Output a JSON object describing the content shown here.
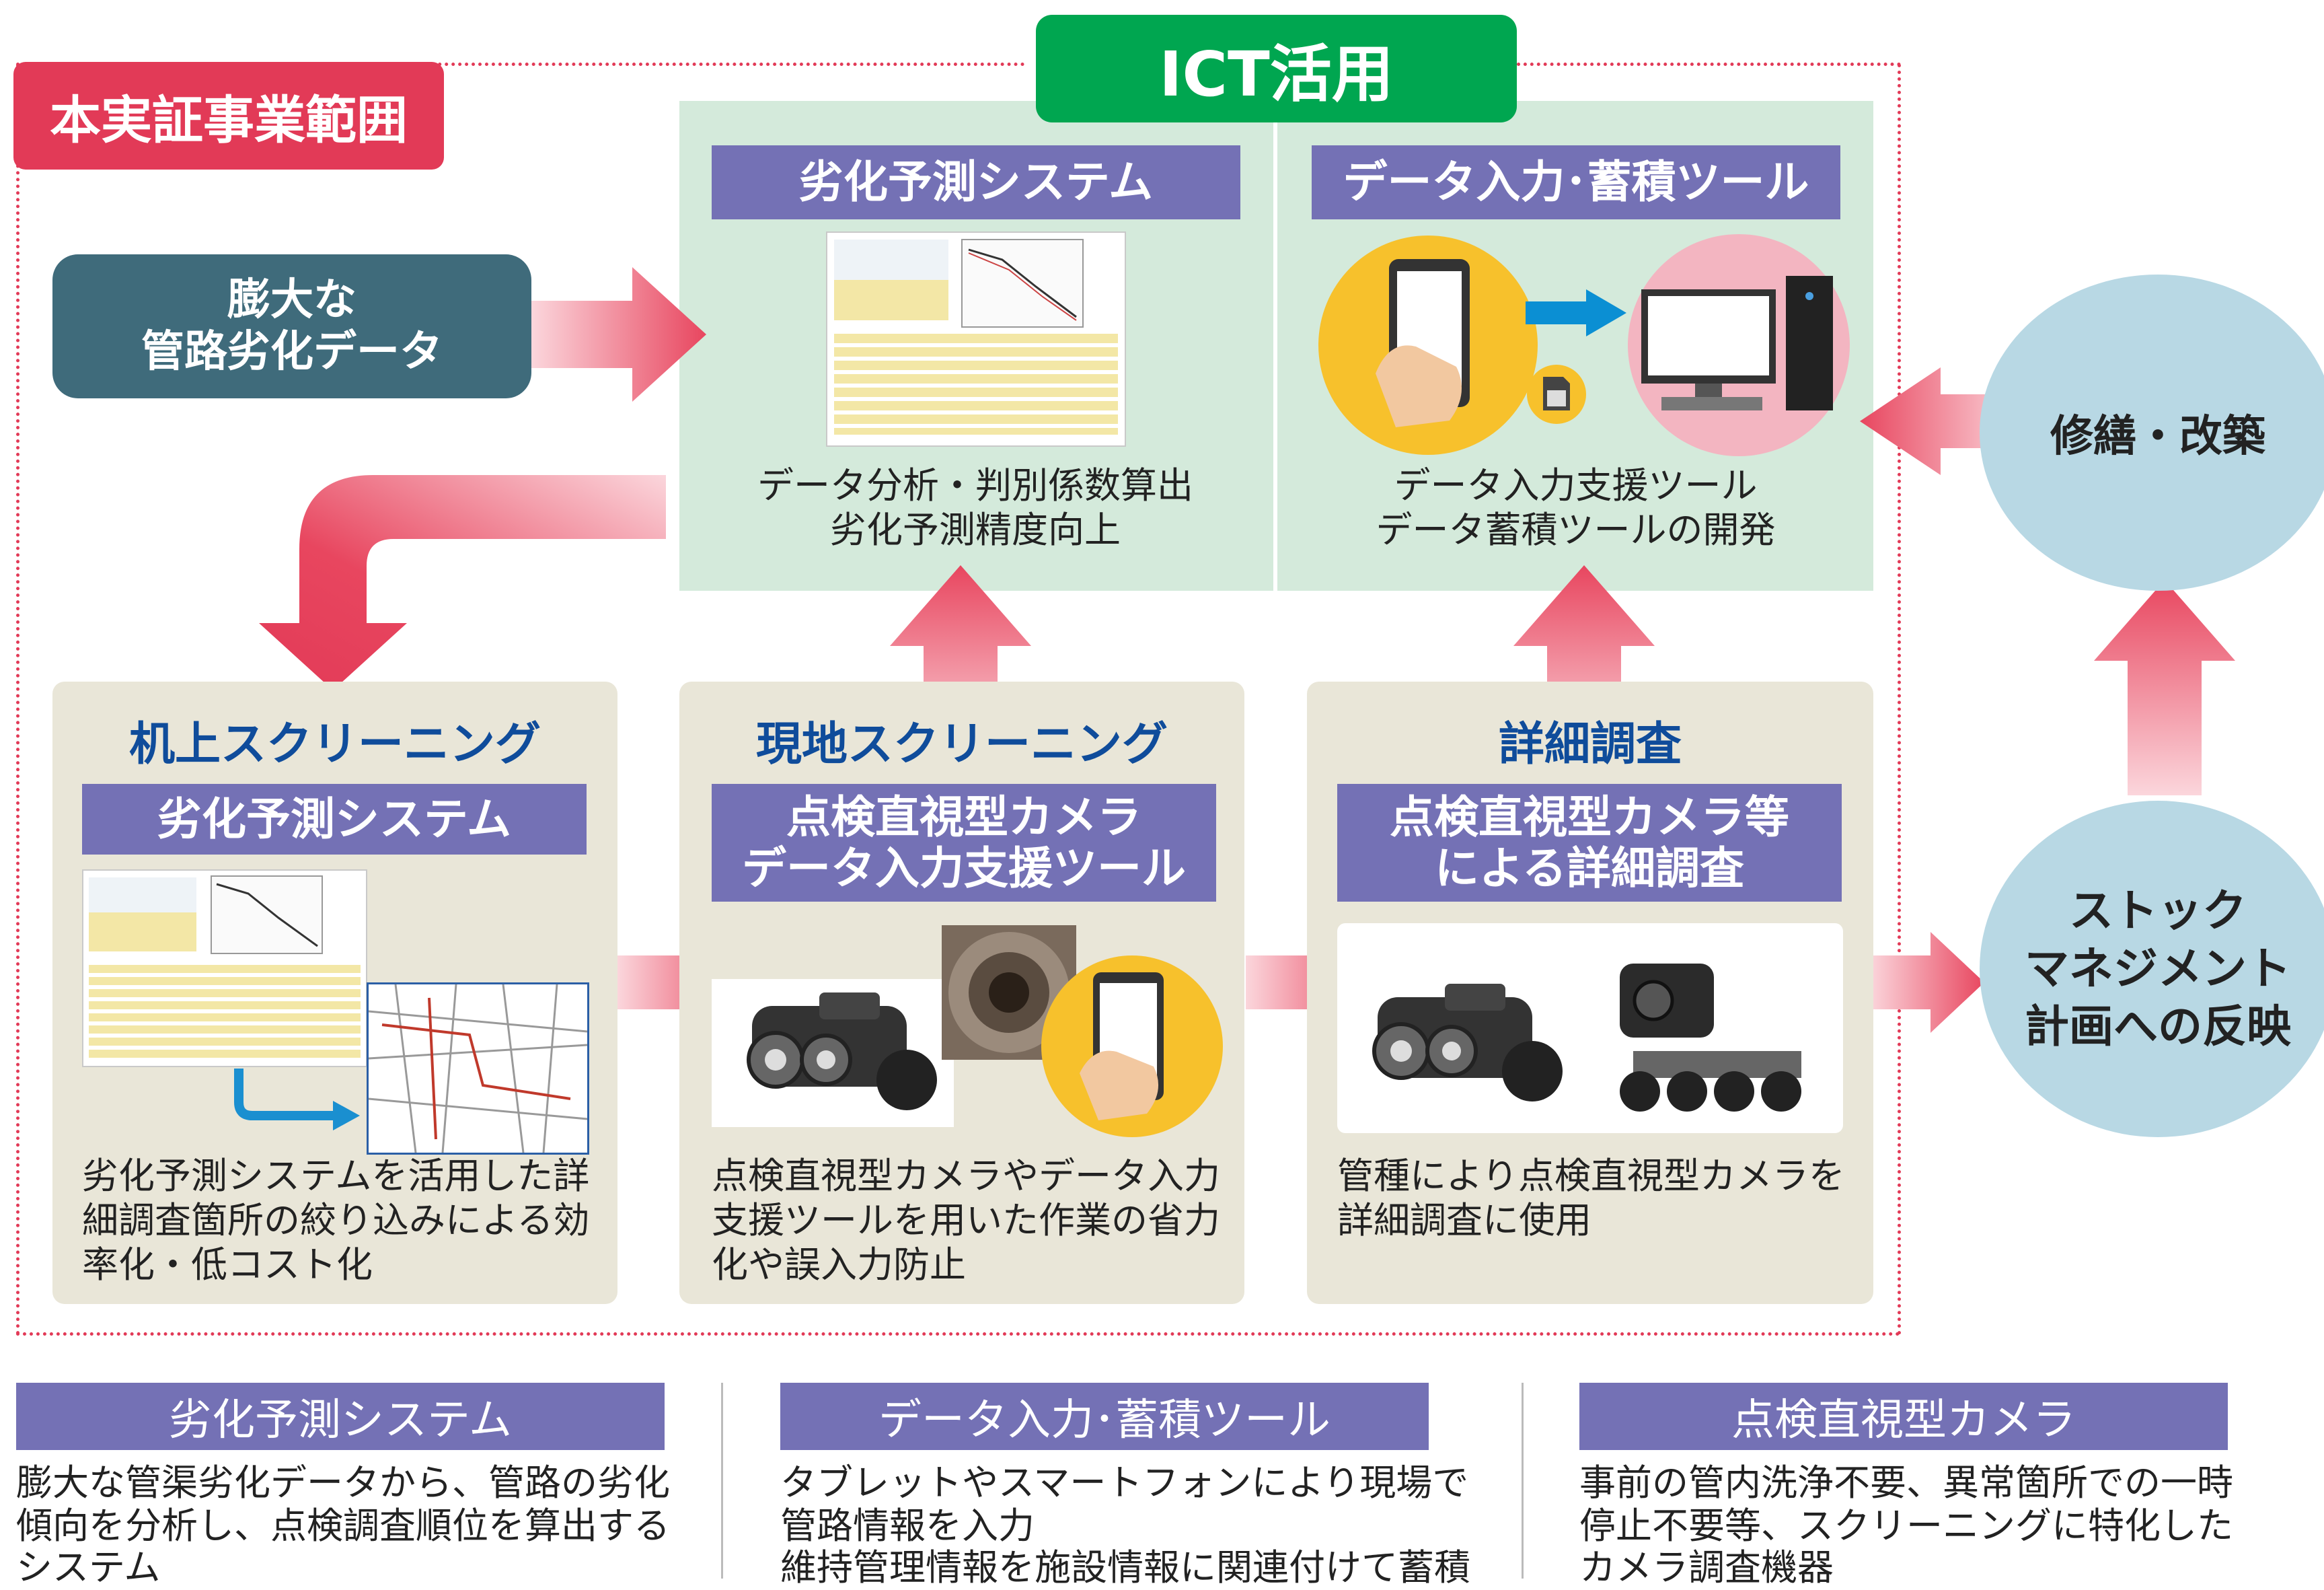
{
  "scope_label": "本実証事業範囲",
  "ict_label": "ICT活用",
  "input_data": {
    "line1": "膨大な",
    "line2": "管路劣化データ"
  },
  "ict_panels": {
    "prediction": {
      "title": "劣化予測システム",
      "caption_line1": "データ分析・判別係数算出",
      "caption_line2": "劣化予測精度向上"
    },
    "data_tool": {
      "title": "データ入力･蓄積ツール",
      "caption_line1": "データ入力支援ツール",
      "caption_line2": "データ蓄積ツールの開発"
    }
  },
  "screenings": [
    {
      "heading": "机上スクリーニング",
      "subtitle_line1": "劣化予測システム",
      "subtitle_line2": "",
      "text_lines": [
        "劣化予測システムを活用した詳",
        "細調査箇所の絞り込みによる効",
        "率化・低コスト化"
      ]
    },
    {
      "heading": "現地スクリーニング",
      "subtitle_line1": "点検直視型カメラ",
      "subtitle_line2": "データ入力支援ツール",
      "text_lines": [
        "点検直視型カメラやデータ入力",
        "支援ツールを用いた作業の省力",
        "化や誤入力防止"
      ]
    },
    {
      "heading": "詳細調査",
      "subtitle_line1": "点検直視型カメラ等",
      "subtitle_line2": "による詳細調査",
      "text_lines": [
        "管種により点検直視型カメラを",
        "詳細調査に使用"
      ]
    }
  ],
  "circles": {
    "repair": "修繕・改築",
    "stock_line1": "ストック",
    "stock_line2": "マネジメント",
    "stock_line3": "計画への反映"
  },
  "bottom": [
    {
      "title": "劣化予測システム",
      "lines": [
        "膨大な管渠劣化データから、管路の劣化",
        "傾向を分析し、点検調査順位を算出する",
        "システム"
      ]
    },
    {
      "title": "データ入力･蓄積ツール",
      "lines": [
        "タブレットやスマートフォンにより現場で",
        "管路情報を入力",
        "維持管理情報を施設情報に関連付けて蓄積"
      ]
    },
    {
      "title": "点検直視型カメラ",
      "lines": [
        "事前の管内洗浄不要、異常箇所での一時",
        "停止不要等、スクリーニングに特化した",
        "カメラ調査機器"
      ]
    }
  ],
  "colors": {
    "scope_red": "#e23a57",
    "ict_green": "#00a650",
    "panel_green": "#d4eadb",
    "panel_beige": "#e9e6d8",
    "title_purple": "#7471b5",
    "heading_blue": "#0f4c9b",
    "circle_blue": "#b8d8e4",
    "data_box": "#3f6b7b"
  }
}
